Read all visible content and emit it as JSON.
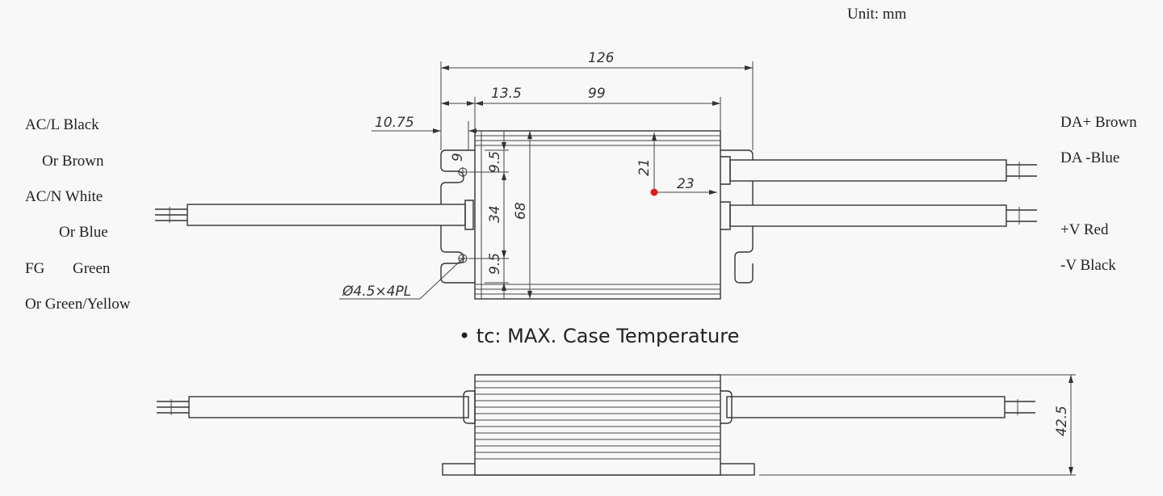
{
  "unit_label": "Unit: mm",
  "left_labels": {
    "acl": "AC/L Black",
    "acl_alt": "Or Brown",
    "acn": "AC/N White",
    "acn_alt": "Or Blue",
    "fg": "FG",
    "fg_color": "Green",
    "fg_alt": "Or Green/Yellow"
  },
  "right_labels": {
    "da_plus": "DA+ Brown",
    "da_minus": "DA -Blue",
    "v_plus": "+V Red",
    "v_minus": "-V Black"
  },
  "dimensions": {
    "total_length": "126",
    "flange": "13.5",
    "body_length": "99",
    "mount_offset": "10.75",
    "tab_top": "9",
    "hole_top": "9.5",
    "hole_spacing": "34",
    "body_width": "68",
    "hole_bottom": "9.5",
    "tc_y": "21",
    "tc_x": "23",
    "hole_spec": "Ø4.5×4PL",
    "height": "42.5"
  },
  "tc_note": "tc: MAX. Case Temperature",
  "colors": {
    "tc_point": "#e01b1b",
    "line": "#333333"
  }
}
